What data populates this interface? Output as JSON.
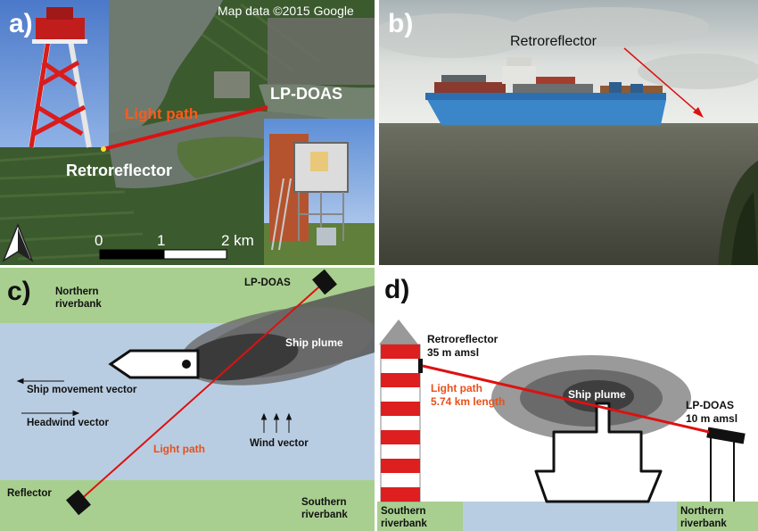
{
  "panel_a": {
    "letter": "a)",
    "copyright": "Map data ©2015 Google",
    "lpdoas_label": "LP-DOAS",
    "light_path_label": "Light path",
    "retroreflector_label": "Retroreflector",
    "scale": {
      "tick_0": "0",
      "tick_1": "1",
      "tick_2": "2 km"
    }
  },
  "panel_b": {
    "letter": "b)",
    "retroreflector_label": "Retroreflector"
  },
  "panel_c": {
    "letter": "c)",
    "northern_bank_label": [
      "Northern",
      "riverbank"
    ],
    "southern_bank_label": [
      "Southern",
      "riverbank"
    ],
    "lpdoas_label": "LP-DOAS",
    "ship_plume_label": "Ship plume",
    "ship_movement_label": "Ship movement vector",
    "headwind_label": "Headwind vector",
    "wind_label": "Wind vector",
    "light_path_label": "Light path",
    "reflector_label": "Reflector"
  },
  "panel_d": {
    "letter": "d)",
    "retroreflector_label": [
      "Retroreflector",
      "35 m amsl"
    ],
    "light_path_label": [
      "Light path",
      "5.74 km length"
    ],
    "ship_plume_label": "Ship plume",
    "lpdoas_label": [
      "LP-DOAS",
      "10 m amsl"
    ],
    "southern_bank_label": [
      "Southern",
      "riverbank"
    ],
    "northern_bank_label": [
      "Northern",
      "riverbank"
    ]
  },
  "colors": {
    "light_path": "#dd1111",
    "light_path_text": "#e8501a",
    "bank_green": "#a8cf8f",
    "water_blue": "#b9cde2",
    "plume_dark": "#3a3a3a"
  }
}
